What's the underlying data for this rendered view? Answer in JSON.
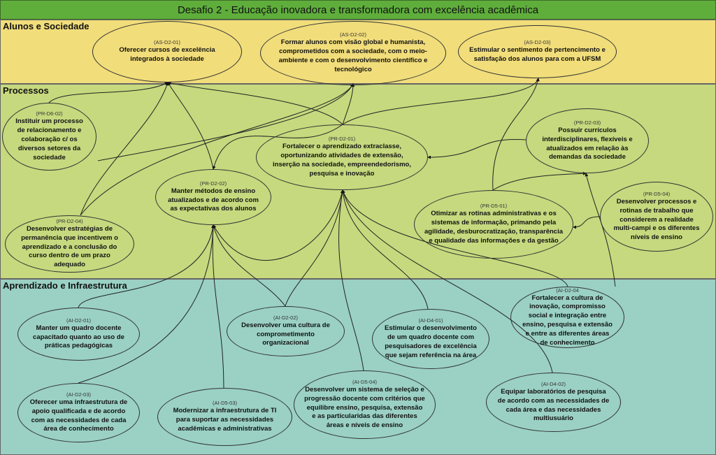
{
  "title": "Desafio 2 - Educação inovadora e transformadora com excelência acadêmica",
  "sections": [
    {
      "label": "Alunos e Sociedade"
    },
    {
      "label": "Processos"
    },
    {
      "label": "Aprendizado e Infraestrutura"
    }
  ],
  "colors": {
    "title": "#5fae3c",
    "alunos": "#f1dd7a",
    "processos": "#c6d97e",
    "aprendizado": "#9ad1c4"
  },
  "nodes": [
    {
      "code": "(AS-D2-01)",
      "text": "Oferecer cursos de excelência integrados à sociedade"
    },
    {
      "code": "(AS-D2-02)",
      "text": "Formar alunos com visão global e humanista, comprometidos com a sociedade, com o meio-ambiente e com o desenvolvimento científico e tecnológico"
    },
    {
      "code": "(AS-D2-03)",
      "text": "Estimular o sentimento de pertencimento e satisfação dos alunos para com a UFSM"
    },
    {
      "code": "(PR-D6-02)",
      "text": "Instituir um processo de relacionamento e colaboração c/ os diversos setores da sociedade"
    },
    {
      "code": "(PR-D2-01)",
      "text": "Fortalecer o aprendizado extraclasse, oportunizando atividades de extensão, inserção na sociedade, empreendedorismo, pesquisa e inovação"
    },
    {
      "code": "(PR-D2-03)",
      "text": "Possuir currículos interdisciplinares, flexíveis e atualizados em relação às demandas da sociedade"
    },
    {
      "code": "(PR-D2-02)",
      "text": "Manter métodos de ensino atualizados e de acordo com as expectativas dos alunos"
    },
    {
      "code": "(PR-D2-04)",
      "text": "Desenvolver estratégias de permanência que incentivem o aprendizado e a conclusão do curso dentro de um prazo adequado"
    },
    {
      "code": "(PR-D5-01)",
      "text": "Otimizar as rotinas administrativas e os sistemas de informação, primando pela agilidade, desburocratização, transparência e qualidade das informações e da gestão"
    },
    {
      "code": "(PR-D5-04)",
      "text": "Desenvolver processos e rotinas de trabalho que considerem a realidade multi-campi e os diferentes níveis de ensino"
    },
    {
      "code": "(AI-D2-01)",
      "text": "Manter um quadro docente capacitado quanto ao uso de práticas pedagógicas"
    },
    {
      "code": "(AI-D2-02)",
      "text": "Desenvolver uma cultura de comprometimento organizacional"
    },
    {
      "code": "(AI-D4-01)",
      "text": "Estimular o desenvolvimento de um quadro docente com pesquisadores de excelência que sejam referência na área"
    },
    {
      "code": "(AI-D2-04",
      "text": "Fortalecer a cultura de inovação, compromisso social e integração entre ensino, pesquisa e extensão e entre as diferentes áreas de conhecimento"
    },
    {
      "code": "(AI-D2-03)",
      "text": "Oferecer uma infraestrutura de apoio qualificada e de acordo com as necessidades de cada área de conhecimento"
    },
    {
      "code": "(AI-D5-03)",
      "text": "Modernizar a infraestrutura de TI para suportar as necessidades acadêmicas e administrativas"
    },
    {
      "code": "(AI-D5-04)",
      "text": "Desenvolver um sistema de seleção e progressão docente com critérios que equilibre ensino, pesquisa, extensão e as particularidas das diferentes áreas e níveis de ensino"
    },
    {
      "code": "(AI-D4-02)",
      "text": "Equipar laboratórios de pesquisa de acordo com as necessidades de cada área e das necessidades multiusuário"
    }
  ]
}
